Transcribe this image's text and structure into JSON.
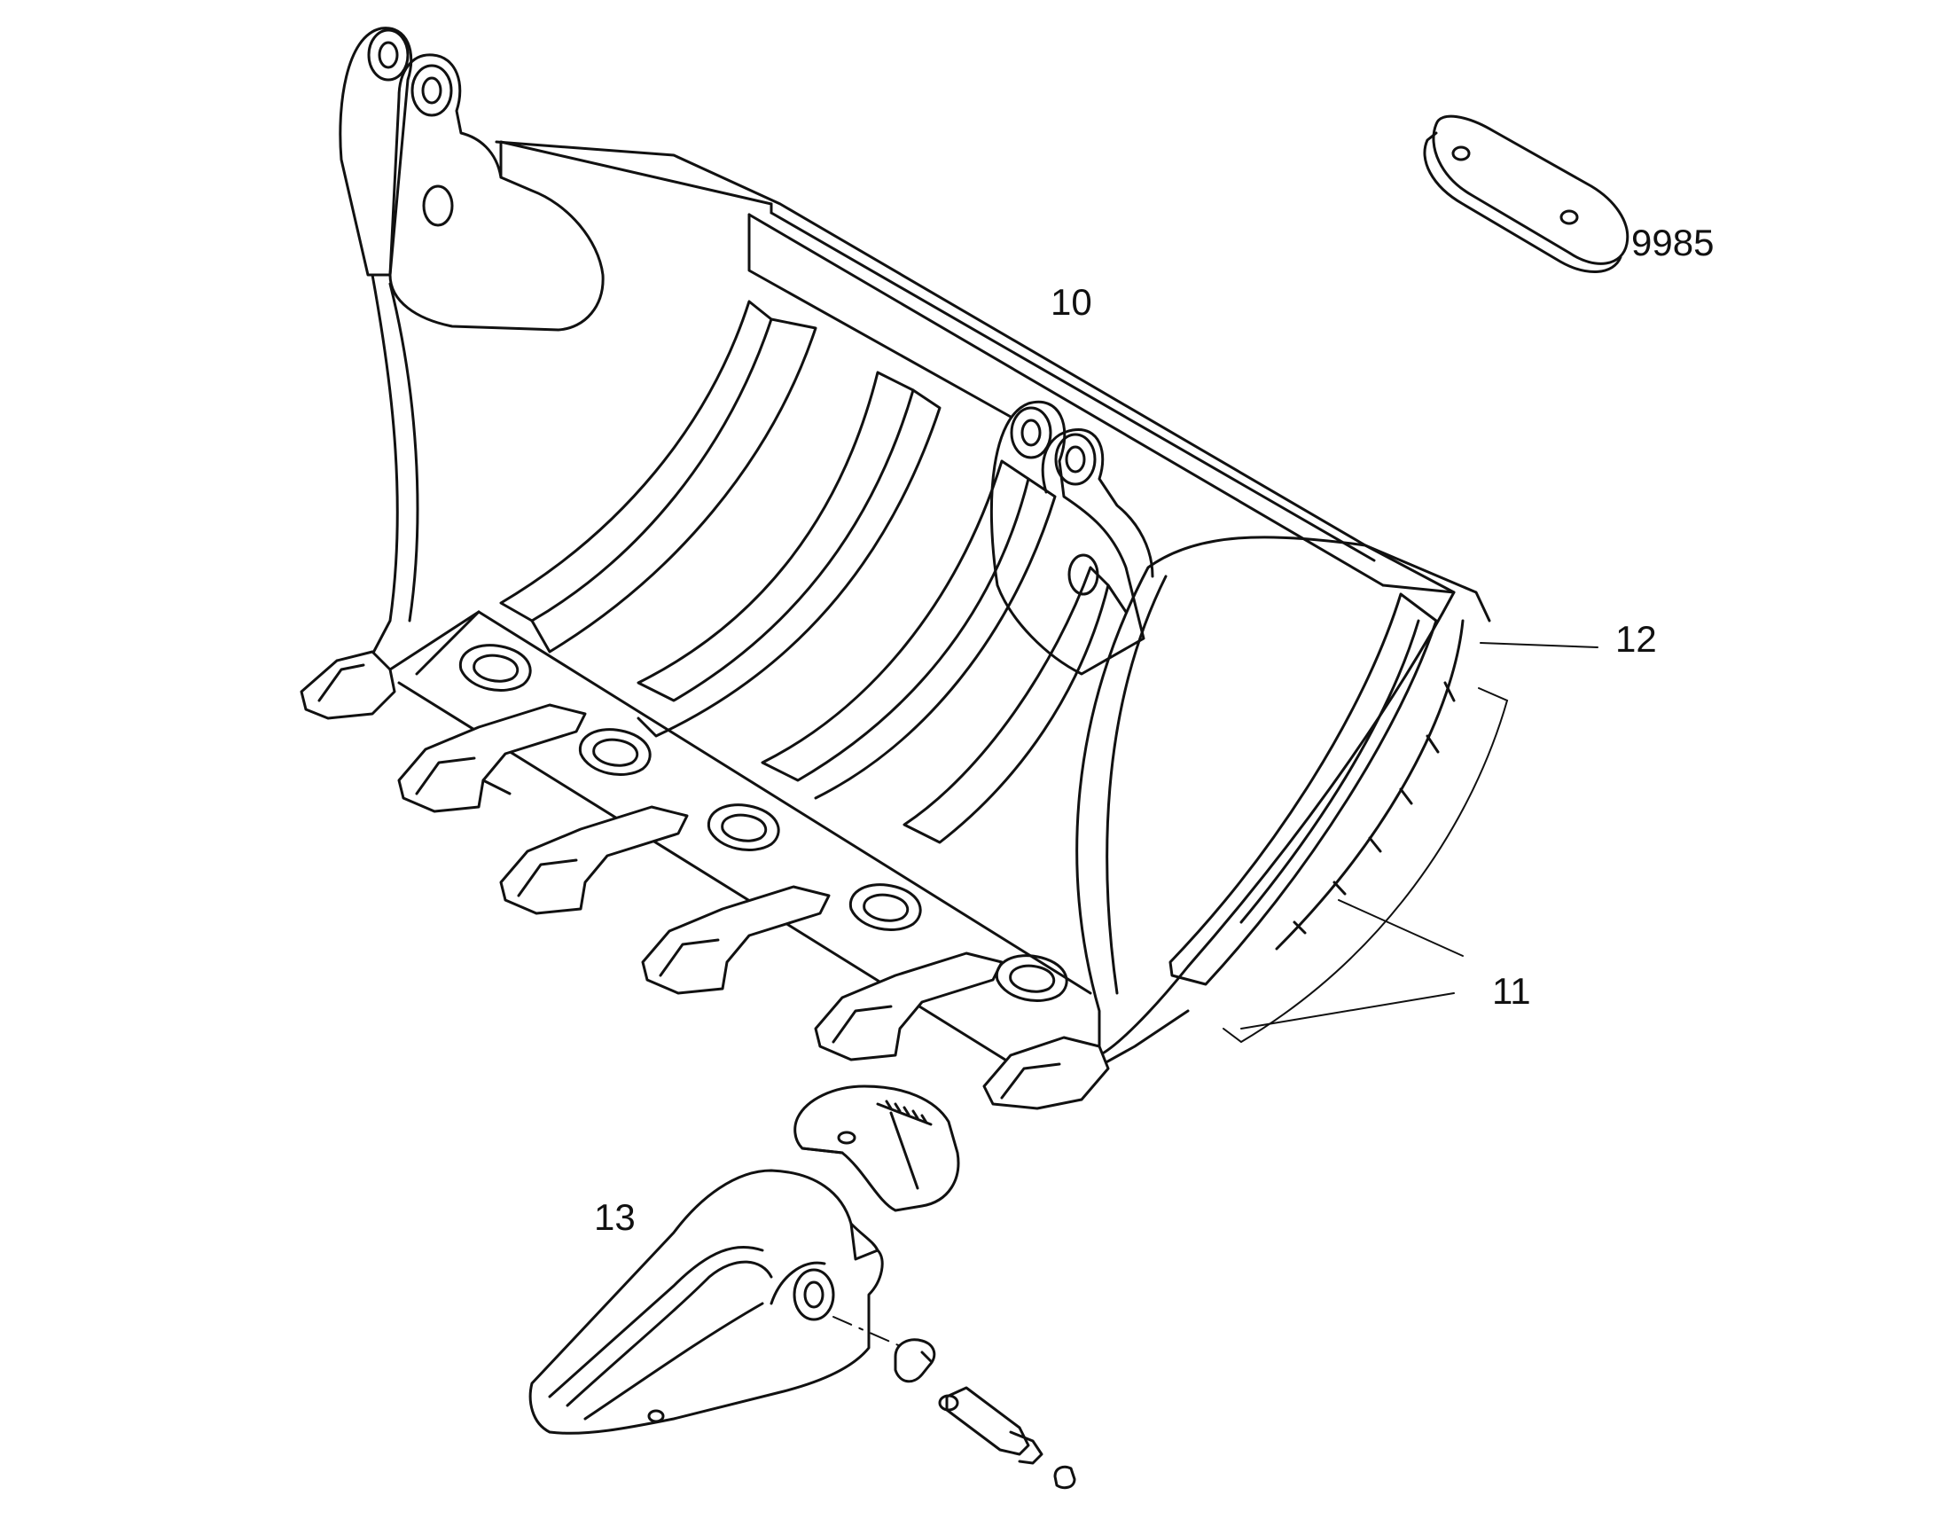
{
  "callouts": {
    "c10": "10",
    "c11": "11",
    "c12": "12",
    "c13": "13",
    "c9985": "9985"
  },
  "colors": {
    "line": "#111111",
    "background": "#ffffff"
  }
}
